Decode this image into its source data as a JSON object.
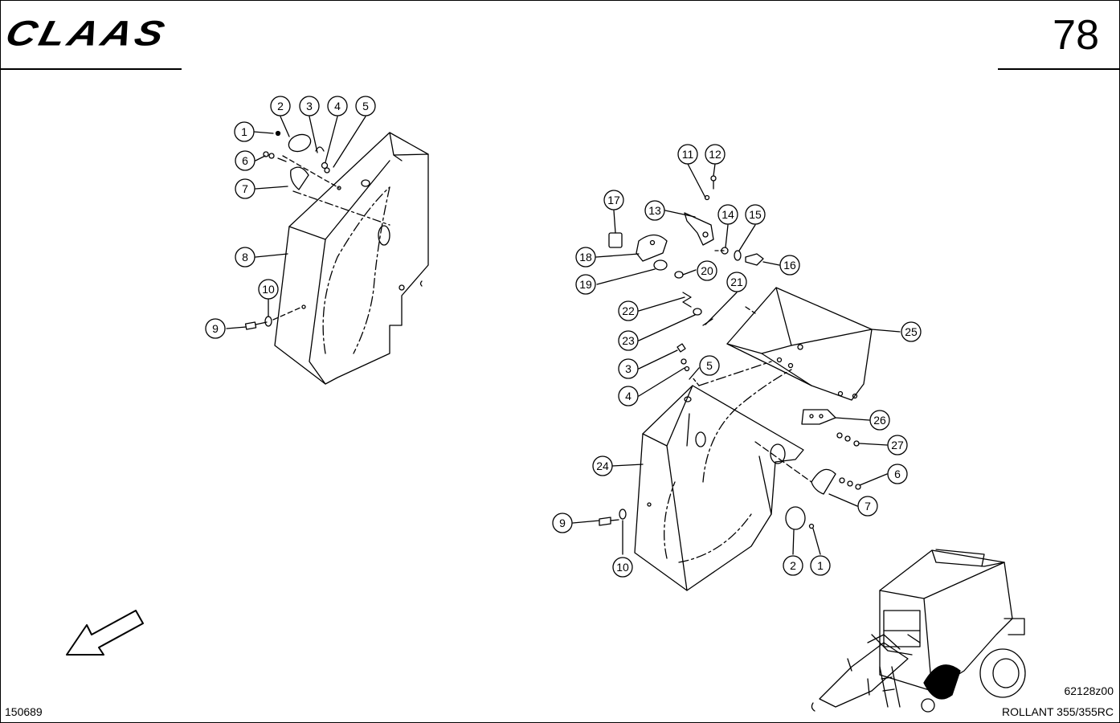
{
  "header": {
    "logo_text": "CLAAS",
    "page_number": "78"
  },
  "footer": {
    "doc_id": "150689",
    "drawing_code": "62128z00",
    "model": "ROLLANT 355/355RC"
  },
  "callouts_left": [
    "1",
    "2",
    "3",
    "4",
    "5",
    "6",
    "7",
    "8",
    "9",
    "10"
  ],
  "callouts_right": [
    "11",
    "12",
    "13",
    "14",
    "15",
    "16",
    "17",
    "18",
    "19",
    "20",
    "21",
    "22",
    "23",
    "25",
    "3",
    "4",
    "5",
    "24",
    "26",
    "27",
    "6",
    "7",
    "9",
    "10",
    "2",
    "1"
  ],
  "icons": {
    "direction_arrow": "arrow-down-left-icon",
    "machine": "baler-machine-icon"
  }
}
